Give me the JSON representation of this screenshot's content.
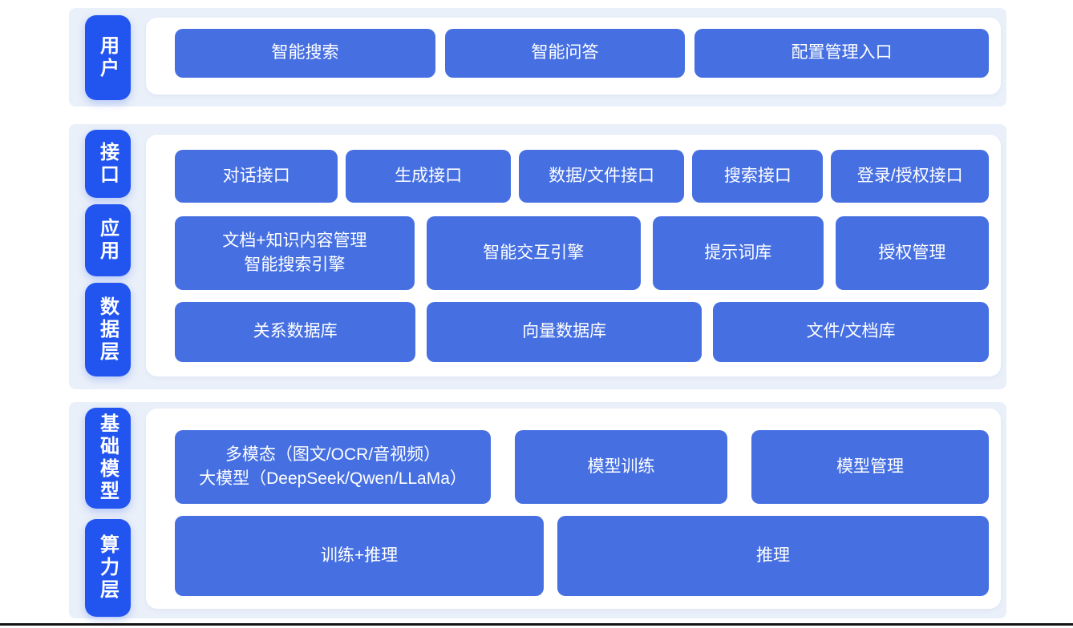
{
  "colors": {
    "layer_label_blue": "#2255f0",
    "block_blue": "#4670e2",
    "band_background": "#eaf0f9",
    "card_background": "#ffffff",
    "block_text": "#ffffff",
    "bottom_line": "#141414"
  },
  "layers": {
    "user": {
      "label": "用户",
      "row1": {
        "intelligent_search": "智能搜索",
        "intelligent_qa": "智能问答",
        "config_entry": "配置管理入口"
      }
    },
    "middle": {
      "labels": {
        "interface": "接口",
        "application": "应用",
        "data_layer": "数据层"
      },
      "row_interface": {
        "dialog_api": "对话接口",
        "generation_api": "生成接口",
        "data_file_api": "数据/文件接口",
        "search_api": "搜索接口",
        "login_auth_api": "登录/授权接口"
      },
      "row_application": {
        "doc_knowledge_line1": "文档+知识内容管理",
        "doc_knowledge_line2": "智能搜索引擎",
        "interaction_engine": "智能交互引擎",
        "prompt_library": "提示词库",
        "auth_management": "授权管理"
      },
      "row_data": {
        "relational_db": "关系数据库",
        "vector_db": "向量数据库",
        "file_doc_store": "文件/文档库"
      }
    },
    "bottom": {
      "labels": {
        "base_model": "基础模型",
        "compute_layer": "算力层"
      },
      "row_model": {
        "multimodal_line1": "多模态（图文/OCR/音视频）",
        "multimodal_line2": "大模型（DeepSeek/Qwen/LLaMa）",
        "model_training": "模型训练",
        "model_management": "模型管理"
      },
      "row_compute": {
        "training_inference": "训练+推理",
        "inference": "推理"
      }
    }
  }
}
